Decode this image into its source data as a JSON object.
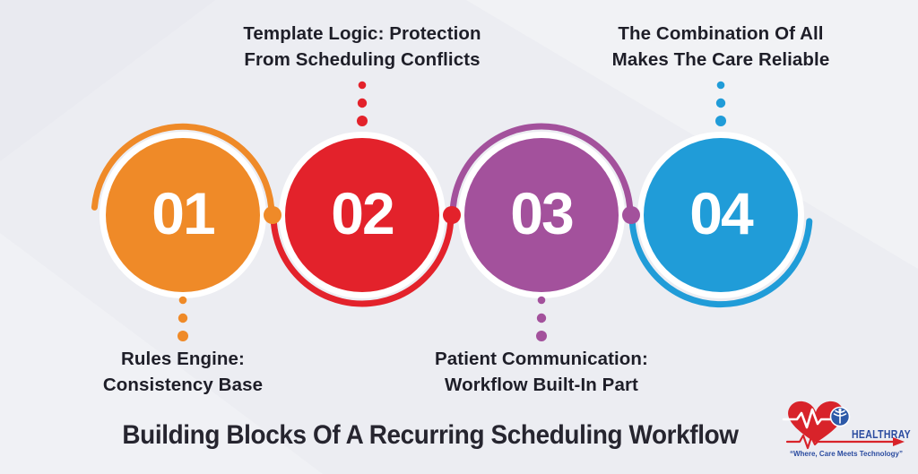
{
  "background_color": "#ECEDF2",
  "title": {
    "text": "Building Blocks Of A Recurring Scheduling Workflow",
    "color": "#26252F"
  },
  "steps": [
    {
      "number": "01",
      "color": "#EF8A28",
      "label_line1": "Rules Engine:",
      "label_line2": "Consistency Base",
      "label_position": "below"
    },
    {
      "number": "02",
      "color": "#E3222B",
      "label_line1": "Template Logic: Protection",
      "label_line2": "From Scheduling Conflicts",
      "label_position": "above"
    },
    {
      "number": "03",
      "color": "#A3519C",
      "label_line1": "Patient Communication:",
      "label_line2": "Workflow Built-In Part",
      "label_position": "below"
    },
    {
      "number": "04",
      "color": "#209CD8",
      "label_line1": "The Combination Of All",
      "label_line2": "Makes The Care Reliable",
      "label_position": "above"
    }
  ],
  "label_text_color": "#1E1E28",
  "number_text_color": "#FFFFFF",
  "logo": {
    "name": "HEALTHRAY",
    "tagline": "“Where, Care Meets Technology”",
    "name_color": "#2B4CA0",
    "heart_color": "#D8232A",
    "ekg_color": "#D8232A",
    "badge_color": "#2D59A8"
  }
}
